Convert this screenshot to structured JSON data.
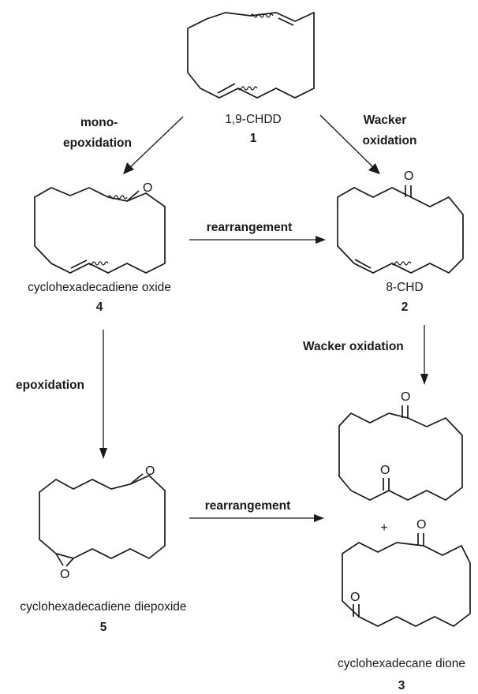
{
  "compounds": {
    "c1": {
      "name": "1,9-CHDD",
      "number": "1"
    },
    "c2": {
      "name": "8-CHD",
      "number": "2"
    },
    "c3": {
      "name": "cyclohexadecane dione",
      "number": "3"
    },
    "c4": {
      "name": "cyclohexadecadiene oxide",
      "number": "4"
    },
    "c5": {
      "name": "cyclohexadecadiene diepoxide",
      "number": "5"
    }
  },
  "reactions": {
    "mono_epoxidation": [
      "mono-",
      "epoxidation"
    ],
    "wacker_top": [
      "Wacker",
      "oxidation"
    ],
    "rearrangement_top": "rearrangement",
    "wacker_right": "Wacker oxidation",
    "epoxidation": "epoxidation",
    "rearrangement_bottom": "rearrangement"
  },
  "symbols": {
    "oxygen": "O",
    "plus": "+"
  }
}
